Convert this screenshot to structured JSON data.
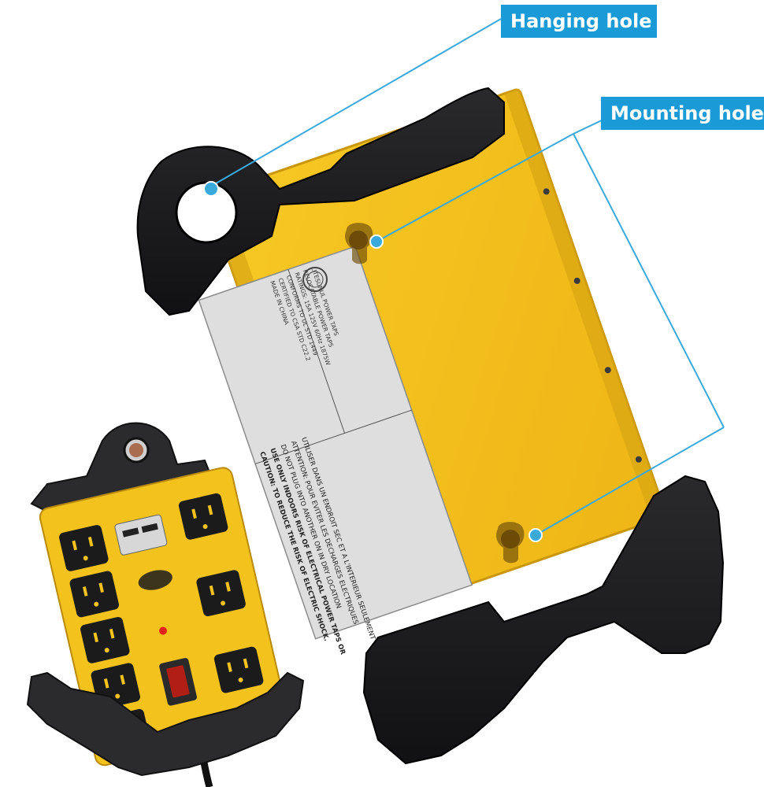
{
  "callouts": {
    "hanging_hole": "Hanging hole",
    "mounting_hole": "Mounting hole"
  },
  "label": {
    "caution_line_1": "CAUTION: TO REDUCE THE RISK OF ELECTRIC SHOCK.",
    "caution_line_2": "USE ONLY INDOORS RISK OF ELECTRICAL POWER TAPS OR",
    "caution_line_3": "DO NOT PLUG INTO ANOTHER ON IN DRY LOCATION",
    "caution_line_4": "ATTENTION: POUR EVITER LES DECHARGES ELECTRIQUES",
    "caution_line_5": "UTILISER DANS UN ENDROIT SEC ET A L'INTERIEUR SEULEMENT",
    "rating_line_1": "LITESUNUL POWER TAPS",
    "rating_line_2": "RELOCATABLE POWER TAPS",
    "rating_line_3": "RATINGS: 15A 125V 60Hz 1875W",
    "rating_line_4": "CONFORMS TO UL STD 1449",
    "rating_line_5": "CERTIFIED TO CSA STD C22.2",
    "rating_line_6": "MADE IN CHINA"
  },
  "colors": {
    "accent": "#1a9bd7",
    "housing": "#f6c21d",
    "bracket": "#1d1d1f",
    "label_bg": "#dedede"
  },
  "icons": [
    "hanging-hole",
    "mounting-hole",
    "power-switch",
    "usb-port",
    "outlet"
  ]
}
